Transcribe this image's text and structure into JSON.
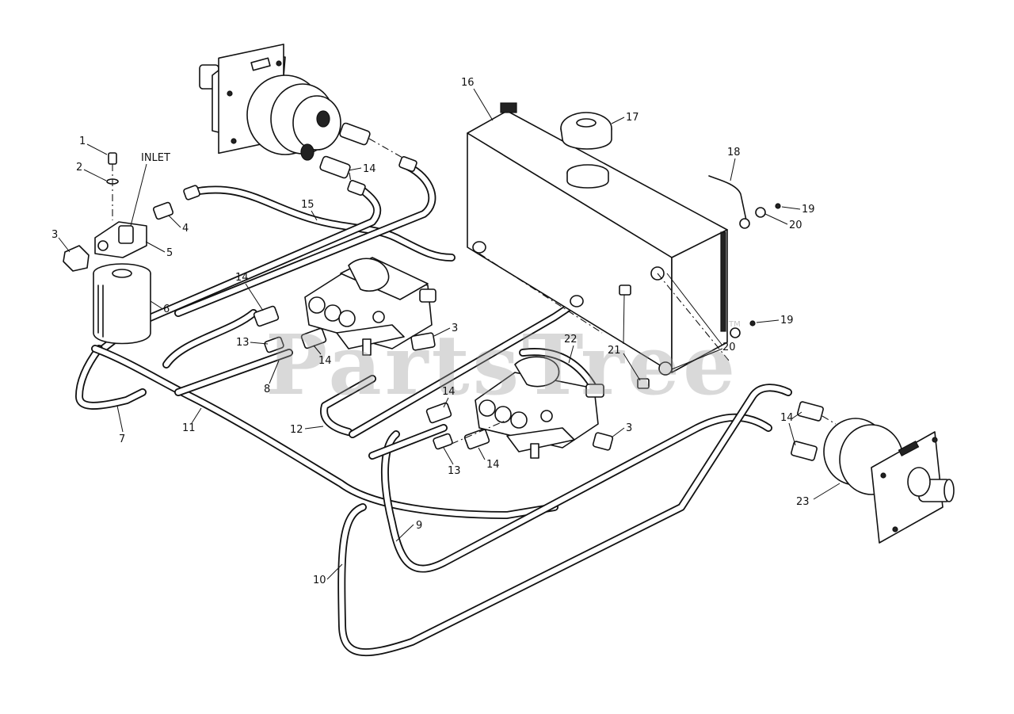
{
  "diagram": {
    "inlet_label": "INLET",
    "watermark": "PartsTree",
    "watermark_tm": "TM",
    "callouts": {
      "c1": "1",
      "c2": "2",
      "c3a": "3",
      "c3b": "3",
      "c3c": "3",
      "c4": "4",
      "c5": "5",
      "c6": "6",
      "c7": "7",
      "c8": "8",
      "c9": "9",
      "c10": "10",
      "c11": "11",
      "c12": "12",
      "c13a": "13",
      "c13b": "13",
      "c14a": "14",
      "c14b": "14",
      "c14c": "14",
      "c14d": "14",
      "c14e": "14",
      "c14f": "14",
      "c15": "15",
      "c16": "16",
      "c17": "17",
      "c18": "18",
      "c19a": "19",
      "c19b": "19",
      "c20a": "20",
      "c20b": "20",
      "c21": "21",
      "c22": "22",
      "c23": "23"
    }
  }
}
